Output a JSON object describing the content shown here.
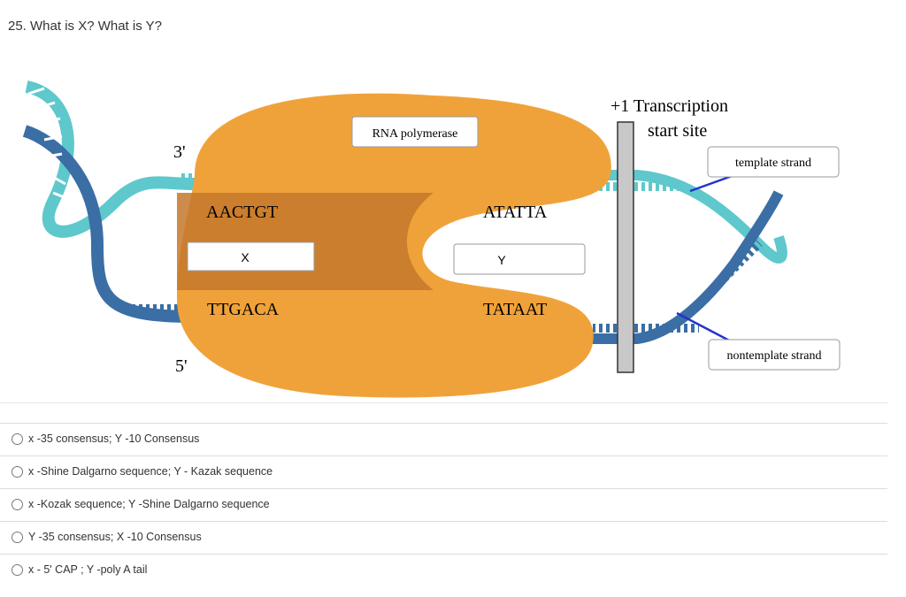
{
  "question": {
    "text": "25. What is X? What is Y?"
  },
  "figure": {
    "polymerase_label": "RNA polymerase",
    "tss_line1": "+1 Transcription",
    "tss_line2": "start site",
    "template_label": "template strand",
    "nontemplate_label": "nontemplate strand",
    "three_prime": "3'",
    "five_prime": "5'",
    "seq_top_left": "AACTGT",
    "seq_bottom_left": "TTGACA",
    "seq_top_right": "ATATTA",
    "seq_bottom_right": "TATAAT",
    "x_label": "X",
    "y_label": "Y",
    "colors": {
      "teal": "#5ec8cc",
      "blue": "#3a6ea5",
      "orange": "#f0a23a",
      "orange_dark": "#c4782c"
    }
  },
  "options": [
    {
      "label": "x -35 consensus; Y -10 Consensus"
    },
    {
      "label": "x -Shine Dalgarno sequence; Y - Kazak sequence"
    },
    {
      "label": "x -Kozak sequence; Y -Shine Dalgarno sequence"
    },
    {
      "label": "Y -35 consensus; X -10 Consensus"
    },
    {
      "label": "x - 5' CAP ; Y -poly A tail"
    }
  ]
}
